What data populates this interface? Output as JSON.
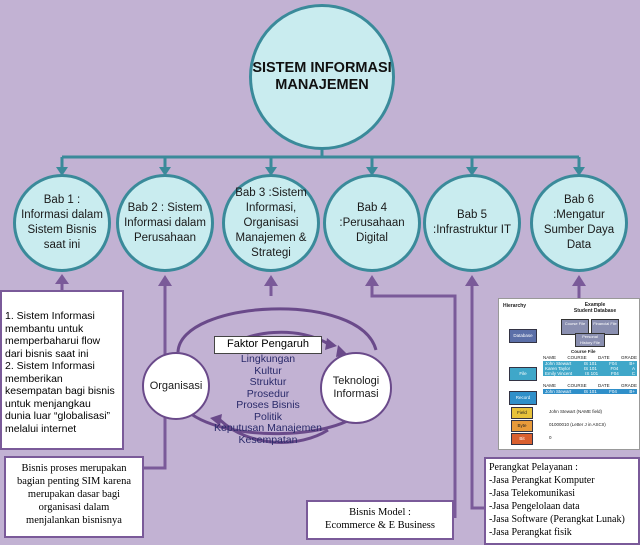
{
  "main": {
    "title_line1": "SISTEM INFORMASI",
    "title_line2": "MANAJEMEN"
  },
  "chapters": [
    {
      "label": "Bab 1 : Informasi dalam Sistem Bisnis saat ini"
    },
    {
      "label": "Bab 2 : Sistem Informasi dalam Perusahaan"
    },
    {
      "label": "Bab 3 :Sistem Informasi, Organisasi Manajemen & Strategi"
    },
    {
      "label": "Bab 4 :Perusahaan Digital"
    },
    {
      "label": "Bab 5 :Infrastruktur IT"
    },
    {
      "label": "Bab 6 :Mengatur Sumber Daya Data"
    }
  ],
  "bab1_note": {
    "line1": "1. Sistem Informasi membantu untuk memperbaharui flow dari bisnis saat ini",
    "line2": "2. Sistem Informasi memberikan kesempatan bagi bisnis untuk menjangkau dunia luar “globalisasi” melalui internet"
  },
  "bab2_note": "Bisnis proses merupakan bagian penting SIM karena merupakan dasar bagi organisasi dalam menjalankan bisnisnya",
  "bab3": {
    "organisasi": "Organisasi",
    "teknologi": "Teknologi Informasi",
    "faktor_title": "Faktor Pengaruh",
    "faktor_items": [
      "Lingkungan",
      "Kultur",
      "Struktur",
      "Prosedur",
      "Proses Bisnis",
      "Politik",
      "Keputusan Manajemen",
      "Kesempatan"
    ]
  },
  "bab4_note": {
    "line1": "Bisnis Model :",
    "line2": "Ecommerce & E Business"
  },
  "bab5_note": {
    "title": "Perangkat Pelayanan :",
    "items": [
      "-Jasa Perangkat Komputer",
      "-Jasa Telekomunikasi",
      "-Jasa Pengelolaan data",
      "-Jasa Software (Perangkat Lunak)",
      "-Jasa Perangkat fisik"
    ]
  },
  "bab6_figure": {
    "hierarchy": "Hierarchy",
    "example_line1": "Example",
    "example_line2": "Student Database",
    "database": "Database",
    "course_file": "Course File",
    "financial_file": "Financial File",
    "personal_history": "Personal History File",
    "file": "File",
    "record": "Record",
    "field": "Field",
    "byte": "Byte",
    "bit": "Bit",
    "col_name": "NAME",
    "col_course": "COURSE",
    "col_date": "DATE",
    "col_grade": "GRADE",
    "rows": [
      [
        "John Stewart",
        "IS 101",
        "F04",
        "B+"
      ],
      [
        "Karen Taylor",
        "IS 101",
        "F04",
        "A"
      ],
      [
        "Emily Vincent",
        "IS 101",
        "F04",
        "C"
      ]
    ],
    "record_row": [
      "John Stewart",
      "IS 101",
      "F04",
      "B+"
    ],
    "field_text": "John Stewart (NAME field)",
    "byte_text": "01000010 (Letter J in ASCII)",
    "bit_text": "0"
  }
}
